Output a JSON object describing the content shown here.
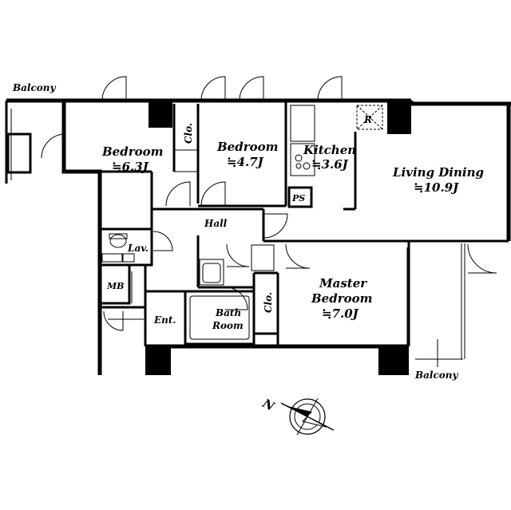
{
  "rooms": {
    "balcony_top": "Balcony",
    "bedroom_1": {
      "name": "Bedroom",
      "size": "≒6.3J"
    },
    "closet_1": "Clo.",
    "bedroom_2": {
      "name": "Bedroom",
      "size": "≒4.7J"
    },
    "kitchen": {
      "name": "Kitchen",
      "size": "≒3.6J"
    },
    "refrigerator": "R",
    "living_dining": {
      "name": "Living Dining",
      "size": "≒10.9J"
    },
    "pipe_space": "PS",
    "hall": "Hall",
    "lavatory": "Lav.",
    "meter_box": "MB",
    "entrance": "Ent.",
    "bathroom": {
      "line1": "Bath",
      "line2": "Room"
    },
    "closet_2": "Clo.",
    "master_bedroom": {
      "line1": "Master",
      "line2": "Bedroom",
      "size": "≒7.0J"
    },
    "balcony_bottom": "Balcony"
  },
  "compass": {
    "north": "N"
  }
}
